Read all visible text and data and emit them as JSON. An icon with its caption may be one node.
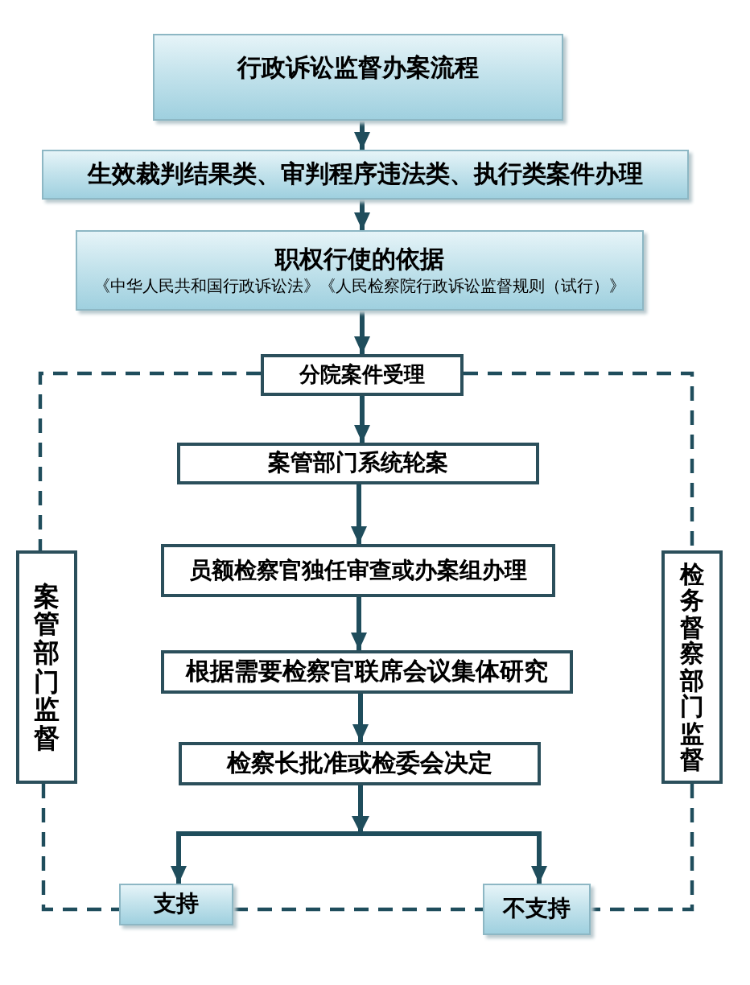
{
  "diagram": {
    "nodes": [
      {
        "text": [
          "行政诉讼监督办案流程"
        ]
      },
      {
        "text": [
          "生效裁判结果类、审判程序违法类、执行类案件办理"
        ]
      },
      {
        "text": [
          "职权行使的依据",
          "《中华人民共和国行政诉讼法》《人民检察院行政诉讼监督规则（试行）》"
        ]
      },
      {
        "text": [
          "分院案件受理"
        ]
      },
      {
        "text": [
          "案管部门系统轮案"
        ]
      },
      {
        "text": [
          "员额检察官独任审查或办案组办理"
        ]
      },
      {
        "text": [
          "根据需要检察官联席会议集体研究"
        ]
      },
      {
        "text": [
          "检察长批准或检委会决定"
        ]
      },
      {
        "text": [
          "支持"
        ]
      },
      {
        "text": [
          "不支持"
        ]
      },
      {
        "text": [
          "案管部门监督"
        ]
      },
      {
        "text": [
          "检务督察部门监督"
        ]
      }
    ],
    "edges": [
      {
        "from": 0,
        "to": 1,
        "arrow": "to"
      },
      {
        "from": 1,
        "to": 2,
        "arrow": "to"
      },
      {
        "from": 2,
        "to": 3,
        "arrow": "to"
      },
      {
        "from": 3,
        "to": 4,
        "arrow": "to"
      },
      {
        "from": 4,
        "to": 5,
        "arrow": "to"
      },
      {
        "from": 5,
        "to": 6,
        "arrow": "to"
      },
      {
        "from": 6,
        "to": 7,
        "arrow": "to"
      },
      {
        "from": 7,
        "to": 8,
        "arrow": "to"
      },
      {
        "from": 7,
        "to": 9,
        "arrow": "to"
      },
      {
        "from": 3,
        "to": 10,
        "arrow": "none",
        "style": "dashed"
      },
      {
        "from": 3,
        "to": 11,
        "arrow": "none",
        "style": "dashed"
      },
      {
        "from": 10,
        "to": 8,
        "arrow": "none",
        "style": "dashed"
      },
      {
        "from": 8,
        "to": 9,
        "arrow": "none",
        "style": "dashed"
      },
      {
        "from": 11,
        "to": 9,
        "arrow": "none",
        "style": "dashed"
      }
    ]
  }
}
